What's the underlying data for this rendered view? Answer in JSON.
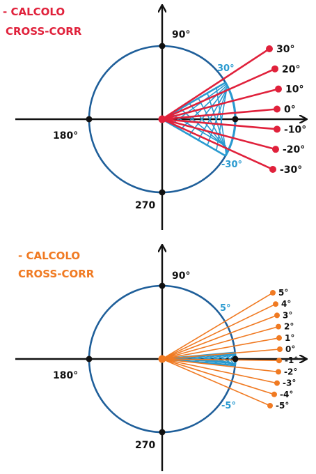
{
  "diagrams": [
    {
      "title_line1": "- CALCOLO",
      "title_line2": "CROSS-CORR",
      "accent": "#e0213b",
      "circle_color": "#1f5f9a",
      "mesh_color": "#2a9ad0",
      "axis_labels": {
        "top": "90°",
        "left": "180°",
        "bottom": "270"
      },
      "range_labels": {
        "upper": "30°",
        "lower": "-30°"
      },
      "span_deg": 30,
      "rays": [
        {
          "angle": 30,
          "label": "30°"
        },
        {
          "angle": 20,
          "label": "20°"
        },
        {
          "angle": 10,
          "label": "10°"
        },
        {
          "angle": 0,
          "label": "0°"
        },
        {
          "angle": -10,
          "label": "-10°"
        },
        {
          "angle": -20,
          "label": "-20°"
        },
        {
          "angle": -30,
          "label": "-30°"
        }
      ]
    },
    {
      "title_line1": "- CALCOLO",
      "title_line2": "CROSS-CORR",
      "accent": "#f07a22",
      "circle_color": "#1f5f9a",
      "mesh_color": "#2a9ad0",
      "axis_labels": {
        "top": "90°",
        "left": "180°",
        "bottom": "270"
      },
      "range_labels": {
        "upper": "5°",
        "lower": "-5°"
      },
      "span_deg": 5,
      "rays": [
        {
          "angle": 5,
          "label": "5°"
        },
        {
          "angle": 4,
          "label": "4°"
        },
        {
          "angle": 3,
          "label": "3°"
        },
        {
          "angle": 2,
          "label": "2°"
        },
        {
          "angle": 1,
          "label": "1°"
        },
        {
          "angle": 0,
          "label": "0°"
        },
        {
          "angle": -1,
          "label": "-1°"
        },
        {
          "angle": -2,
          "label": "-2°"
        },
        {
          "angle": -3,
          "label": "-3°"
        },
        {
          "angle": -4,
          "label": "-4°"
        },
        {
          "angle": -5,
          "label": "-5°"
        }
      ]
    }
  ]
}
